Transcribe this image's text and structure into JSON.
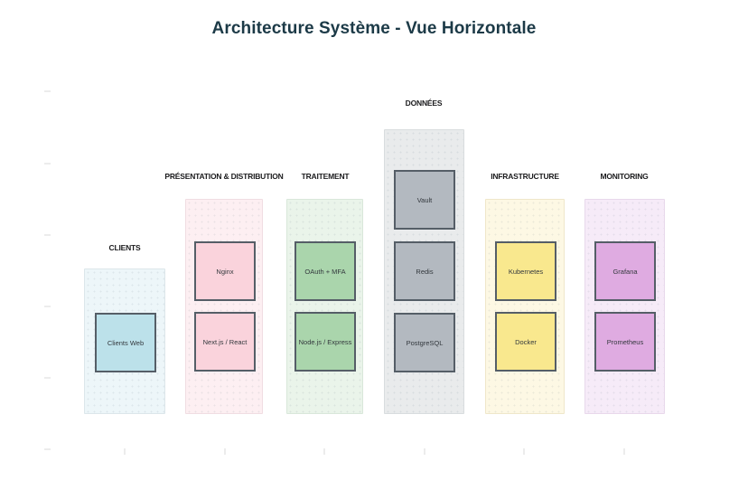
{
  "title": {
    "text": "Architecture Système - Vue Horizontale",
    "color": "#1c3a47"
  },
  "canvas": {
    "background": "#ffffff",
    "ruler_tick_color": "#ececec"
  },
  "diagram": {
    "label_color": "#1b1b1d",
    "box_border_color": "#555e67",
    "box_text_color": "#33383d",
    "columns": [
      {
        "id": "clients",
        "label": "CLIENTS",
        "container_color": "#edf6f9",
        "container_border": "#dce6ea",
        "box_color": "#bce1ea",
        "boxes": [
          "Clients Web"
        ]
      },
      {
        "id": "presentation-distribution",
        "label": "PRÉSENTATION & DISTRIBUTION",
        "container_color": "#fdeff2",
        "container_border": "#f0dde2",
        "box_color": "#fad3dc",
        "boxes": [
          "Nginx",
          "Next.js / React"
        ]
      },
      {
        "id": "traitement",
        "label": "TRAITEMENT",
        "container_color": "#eaf4ea",
        "container_border": "#d9e7da",
        "box_color": "#aad5ac",
        "boxes": [
          "OAuth + MFA",
          "Node.js / Express"
        ]
      },
      {
        "id": "donnees",
        "label": "DONNÉES",
        "container_color": "#e9ebec",
        "container_border": "#d8dcde",
        "box_color": "#b3b9c0",
        "boxes": [
          "Vault",
          "Redis",
          "PostgreSQL"
        ]
      },
      {
        "id": "infrastructure",
        "label": "INFRASTRUCTURE",
        "container_color": "#fdf8e4",
        "container_border": "#efe7ca",
        "box_color": "#f9e88e",
        "boxes": [
          "Kubernetes",
          "Docker"
        ]
      },
      {
        "id": "monitoring",
        "label": "MONITORING",
        "container_color": "#f6ebf8",
        "container_border": "#e8d8eb",
        "box_color": "#dfabe1",
        "boxes": [
          "Grafana",
          "Prometheus"
        ]
      }
    ]
  }
}
